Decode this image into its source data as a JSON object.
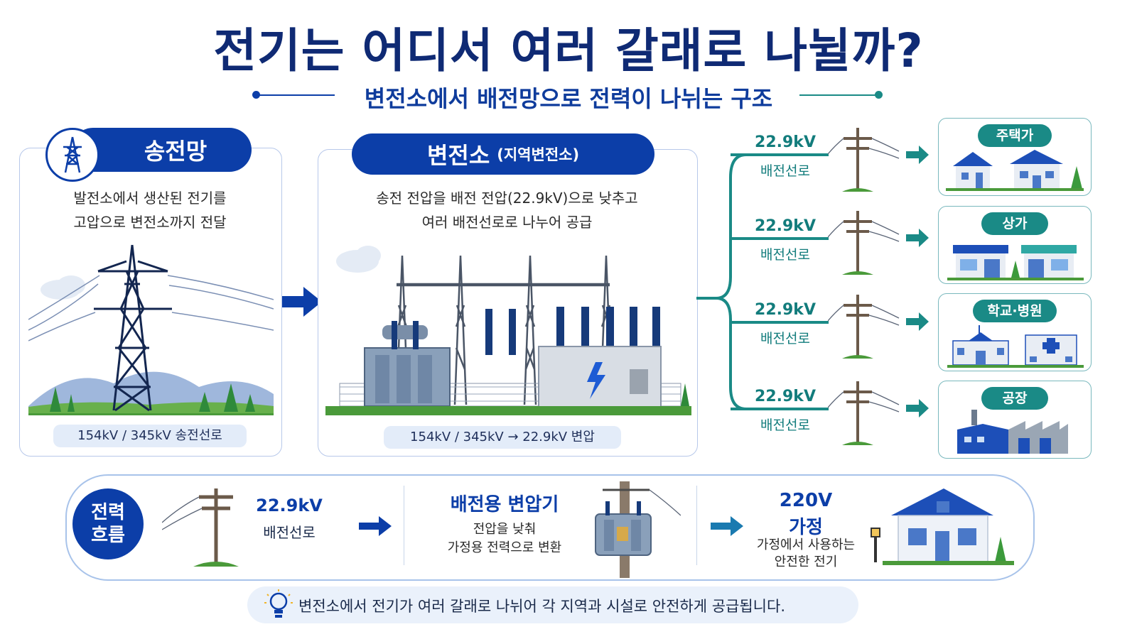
{
  "title": "전기는 어디서 여러 갈래로 나뉠까?",
  "subtitle": "변전소에서 배전망으로 전력이 나뉘는 구조",
  "transmission": {
    "header": "송전망",
    "desc_line1": "발전소에서 생산된 전기를",
    "desc_line2": "고압으로 변전소까지 전달",
    "spec": "154kV / 345kV 송전선로"
  },
  "substation": {
    "header": "변전소",
    "header_sub": "(지역변전소)",
    "desc_line1": "송전 전압을 배전 전압(22.9kV)으로 낮추고",
    "desc_line2": "여러 배전선로로 나누어 공급",
    "spec": "154kV / 345kV → 22.9kV 변압"
  },
  "branches": [
    {
      "voltage": "22.9kV",
      "line": "배전선로",
      "destination": "주택가"
    },
    {
      "voltage": "22.9kV",
      "line": "배전선로",
      "destination": "상가"
    },
    {
      "voltage": "22.9kV",
      "line": "배전선로",
      "destination": "학교·병원"
    },
    {
      "voltage": "22.9kV",
      "line": "배전선로",
      "destination": "공장"
    }
  ],
  "flow": {
    "label_line1": "전력",
    "label_line2": "흐름",
    "step1_voltage": "22.9kV",
    "step1_line": "배전선로",
    "step2_title": "배전용 변압기",
    "step2_line1": "전압을 낮춰",
    "step2_line2": "가정용 전력으로 변환",
    "step3_voltage": "220V",
    "step3_title": "가정",
    "step3_line1": "가정에서 사용하는",
    "step3_line2": "안전한 전기"
  },
  "footer": "변전소에서 전기가 여러 갈래로 나뉘어 각 지역과 시설로 안전하게 공급됩니다.",
  "colors": {
    "primary": "#0c3ea8",
    "teal": "#1a8a86",
    "title": "#0f2a74"
  },
  "icons": [
    "tower-icon",
    "lightbulb-icon",
    "lightning-icon"
  ]
}
